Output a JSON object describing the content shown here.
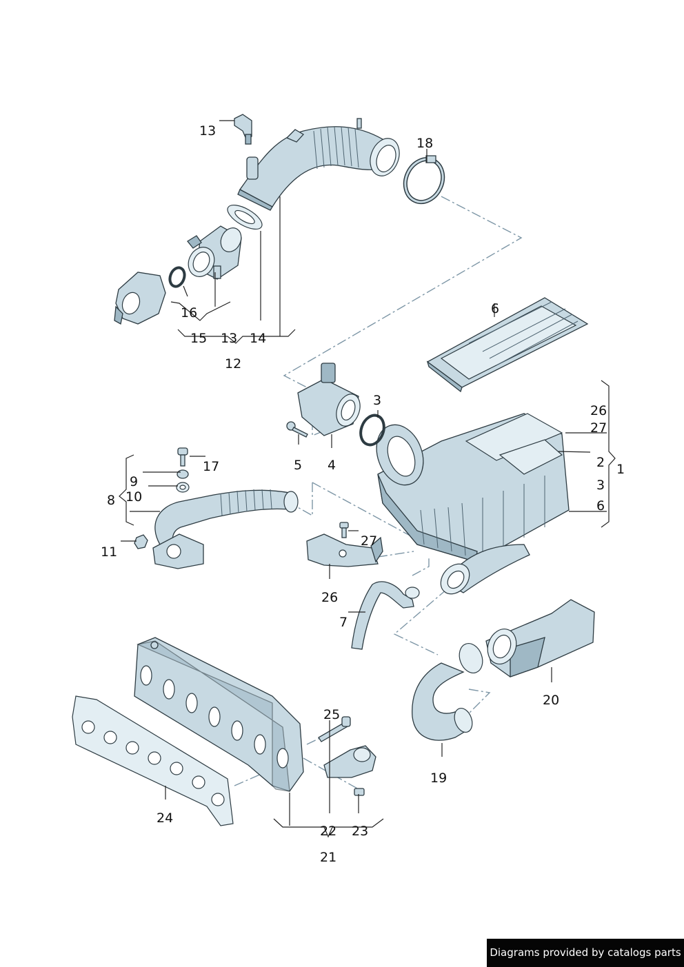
{
  "callouts": [
    {
      "id": "c13a",
      "text": "13"
    },
    {
      "id": "c18",
      "text": "18"
    },
    {
      "id": "c16",
      "text": "16"
    },
    {
      "id": "c15",
      "text": "15"
    },
    {
      "id": "c13b",
      "text": "13"
    },
    {
      "id": "c14",
      "text": "14"
    },
    {
      "id": "c12",
      "text": "12"
    },
    {
      "id": "c6a",
      "text": "6"
    },
    {
      "id": "c26a",
      "text": "26"
    },
    {
      "id": "c27a",
      "text": "27"
    },
    {
      "id": "c2",
      "text": "2"
    },
    {
      "id": "c1",
      "text": "1"
    },
    {
      "id": "c3b",
      "text": "3"
    },
    {
      "id": "c6b",
      "text": "6"
    },
    {
      "id": "c3a",
      "text": "3"
    },
    {
      "id": "c5",
      "text": "5"
    },
    {
      "id": "c4",
      "text": "4"
    },
    {
      "id": "c17",
      "text": "17"
    },
    {
      "id": "c9",
      "text": "9"
    },
    {
      "id": "c10",
      "text": "10"
    },
    {
      "id": "c8",
      "text": "8"
    },
    {
      "id": "c11",
      "text": "11"
    },
    {
      "id": "c27b",
      "text": "27"
    },
    {
      "id": "c26b",
      "text": "26"
    },
    {
      "id": "c7",
      "text": "7"
    },
    {
      "id": "c20",
      "text": "20"
    },
    {
      "id": "c25",
      "text": "25"
    },
    {
      "id": "c19",
      "text": "19"
    },
    {
      "id": "c24",
      "text": "24"
    },
    {
      "id": "c22",
      "text": "22"
    },
    {
      "id": "c23",
      "text": "23"
    },
    {
      "id": "c21",
      "text": "21"
    }
  ],
  "credit": "Diagrams provided by catalogs parts",
  "colors": {
    "part_fill": "#c7d9e2",
    "part_shadow": "#9fb8c5",
    "outline": "#2d3b42",
    "dash_line": "#7d96a6"
  }
}
